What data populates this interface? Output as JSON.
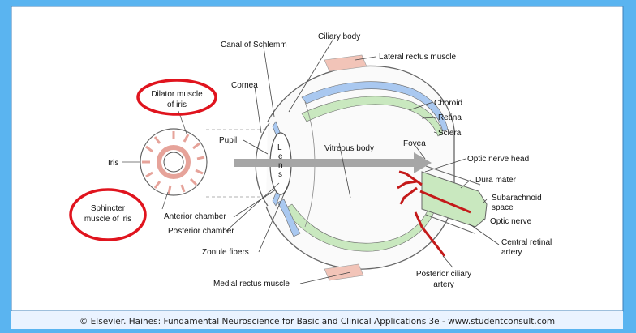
{
  "labels": {
    "canal_of_schlemm": "Canal of Schlemm",
    "ciliary_body": "Ciliary body",
    "lateral_rectus": "Lateral rectus muscle",
    "cornea": "Cornea",
    "dilator_line1": "Dilator muscle",
    "dilator_line2": "of iris",
    "choroid": "Choroid",
    "retina": "Retina",
    "sclera": "Sclera",
    "pupil": "Pupil",
    "lens": "Lens",
    "vitreous_body": "Vitreous body",
    "fovea": "Fovea",
    "optic_nerve_head": "Optic nerve head",
    "iris": "Iris",
    "dura_mater": "Dura mater",
    "subarachnoid_line1": "Subarachnoid",
    "subarachnoid_line2": "space",
    "sphincter_line1": "Sphincter",
    "sphincter_line2": "muscle of iris",
    "anterior_chamber": "Anterior chamber",
    "optic_nerve": "Optic nerve",
    "posterior_chamber": "Posterior chamber",
    "central_retinal_line1": "Central retinal",
    "central_retinal_line2": "artery",
    "zonule_fibers": "Zonule fibers",
    "posterior_ciliary_line1": "Posterior ciliary",
    "posterior_ciliary_line2": "artery",
    "medial_rectus": "Medial rectus muscle"
  },
  "footer": "© Elsevier. Haines: Fundamental Neuroscience for Basic and Clinical Applications 3e - www.studentconsult.com",
  "colors": {
    "frame": "#5ab4f0",
    "panel": "#ffffff",
    "highlight_ellipse": "#e0141e",
    "retina_band": "#c9e8bf",
    "choroid_band": "#a9c8f0",
    "muscle": "#f2c4b8",
    "artery": "#c41a1a",
    "arrow": "#a6a6a6"
  }
}
